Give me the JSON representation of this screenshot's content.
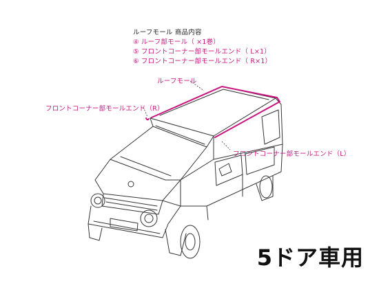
{
  "contents": {
    "heading": "ルーフモール 商品内容",
    "items": [
      "④ ルーフ部モール（ ×1巻）",
      "⑤ フロントコーナー部モールエンド（ L×1）",
      "⑥ フロントコーナー部モールエンド（ R×1）"
    ]
  },
  "callouts": {
    "roof": "ルーフモール",
    "front_right": "フロントコーナー部モールエンド（R）",
    "front_left": "フロントコーナー部モールエンド（L）"
  },
  "badge": "5ドア車用",
  "colors": {
    "accent": "#c8137e",
    "line": "#222222"
  }
}
